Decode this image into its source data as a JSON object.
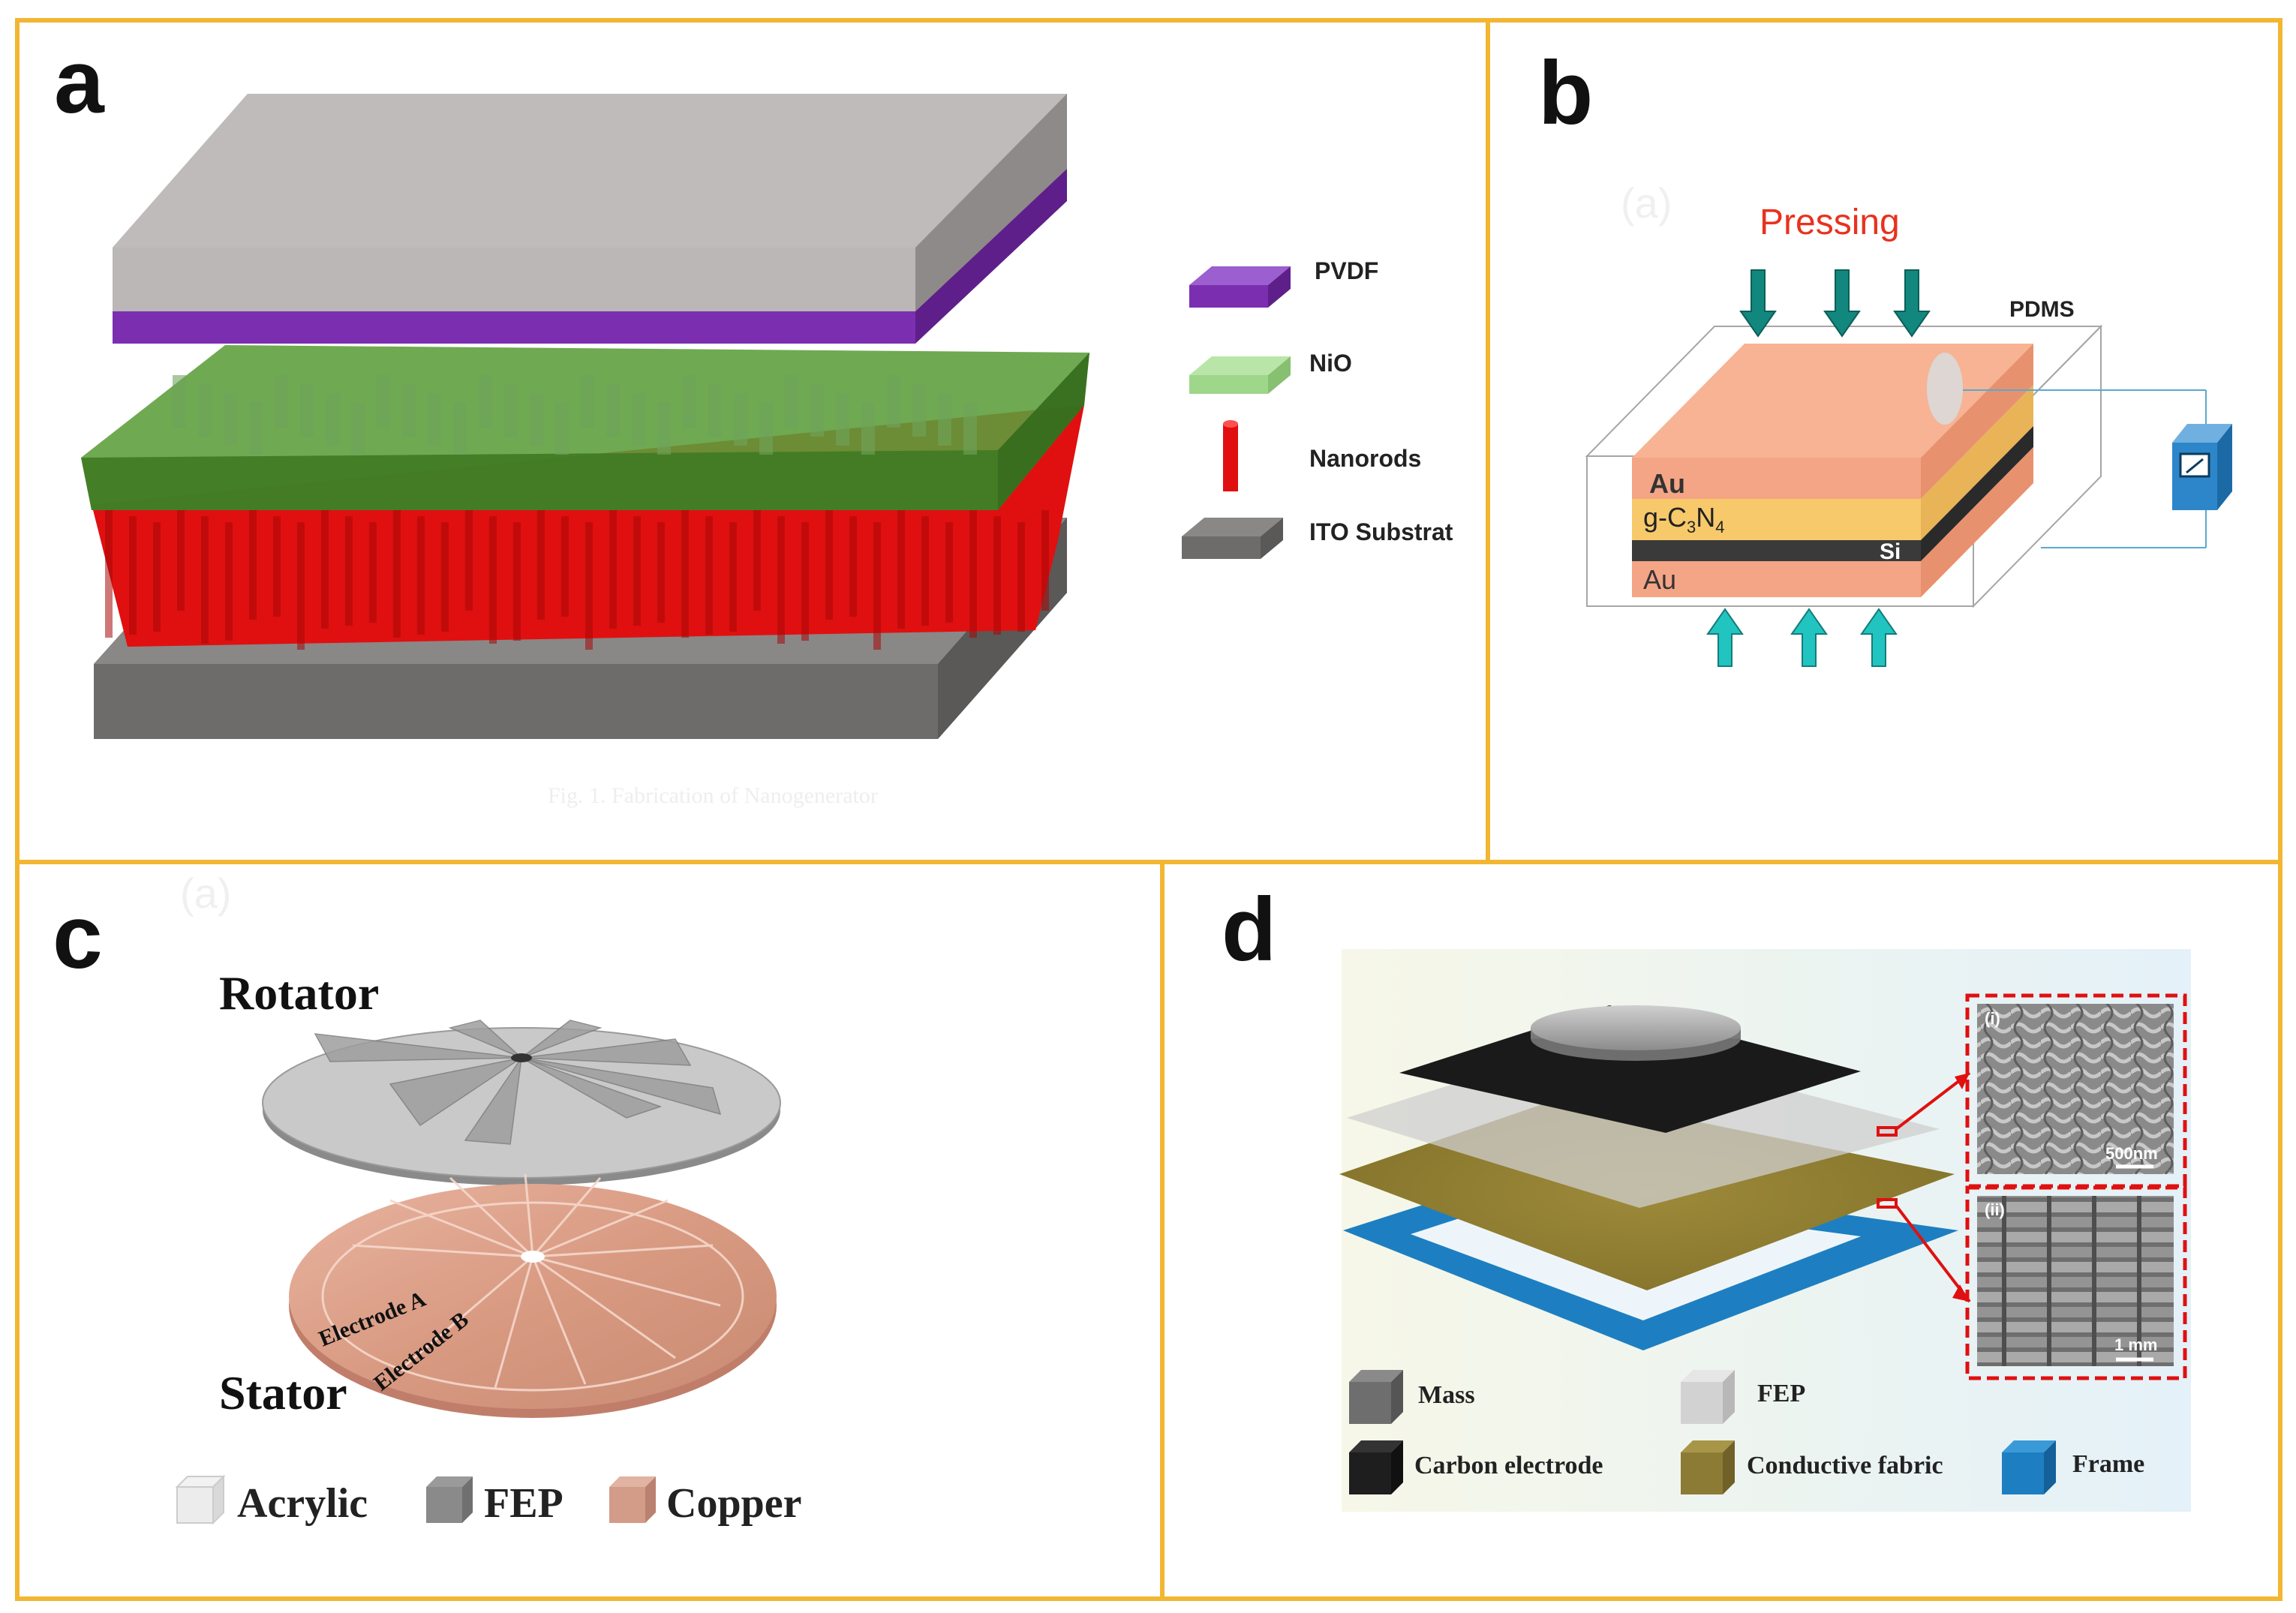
{
  "panels": {
    "a": {
      "letter": "a",
      "legend": [
        "PVDF",
        "NiO",
        "Nanorods",
        "ITO Substrat"
      ],
      "caption": "Fig. 1. Fabrication of Nanogenerator"
    },
    "b": {
      "letter": "b",
      "ghost_letter": "(a)",
      "pressing": "Pressing",
      "pdms": "PDMS",
      "au_top": "Au",
      "gcn_main": "g-C",
      "gcn_sub1": "3",
      "gcn_mid": "N",
      "gcn_sub2": "4",
      "si": "Si",
      "au_bottom": "Au"
    },
    "c": {
      "letter": "c",
      "ghost_letter": "(a)",
      "rotator": "Rotator",
      "stator": "Stator",
      "electrode_a": "Electrode A",
      "electrode_b": "Electrode B",
      "legend": [
        "Acrylic",
        "FEP",
        "Copper"
      ]
    },
    "d": {
      "letter": "d",
      "inset_i": "(i)",
      "inset_ii": "(ii)",
      "scale_i": "500nm",
      "scale_ii": "1 mm",
      "legend": [
        "Mass",
        "FEP",
        "Carbon electrode",
        "Conductive fabric",
        "Frame"
      ]
    }
  },
  "colors": {
    "frame": "#f2b632",
    "pvdf": "#7b2fb0",
    "nio": "#4a8a2a",
    "nanorod": "#e01010",
    "ito": "#6f6f6f",
    "gold_layer": "#f7c96b",
    "au": "#f4a585",
    "arrow": "#12877d",
    "copper": "#e0a08a",
    "frame_blue": "#1d7fc1"
  }
}
